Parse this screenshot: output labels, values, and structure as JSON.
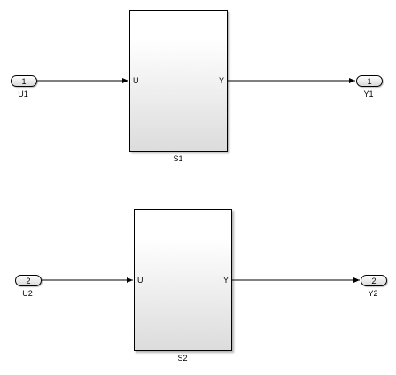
{
  "inports": [
    {
      "number": "1",
      "name": "U1"
    },
    {
      "number": "2",
      "name": "U2"
    }
  ],
  "outports": [
    {
      "number": "1",
      "name": "Y1"
    },
    {
      "number": "2",
      "name": "Y2"
    }
  ],
  "subsystems": [
    {
      "name": "S1",
      "in_label": "U",
      "out_label": "Y"
    },
    {
      "name": "S2",
      "in_label": "U",
      "out_label": "Y"
    }
  ],
  "colors": {
    "line": "#000000",
    "block_border": "#000000",
    "background": "#ffffff"
  }
}
